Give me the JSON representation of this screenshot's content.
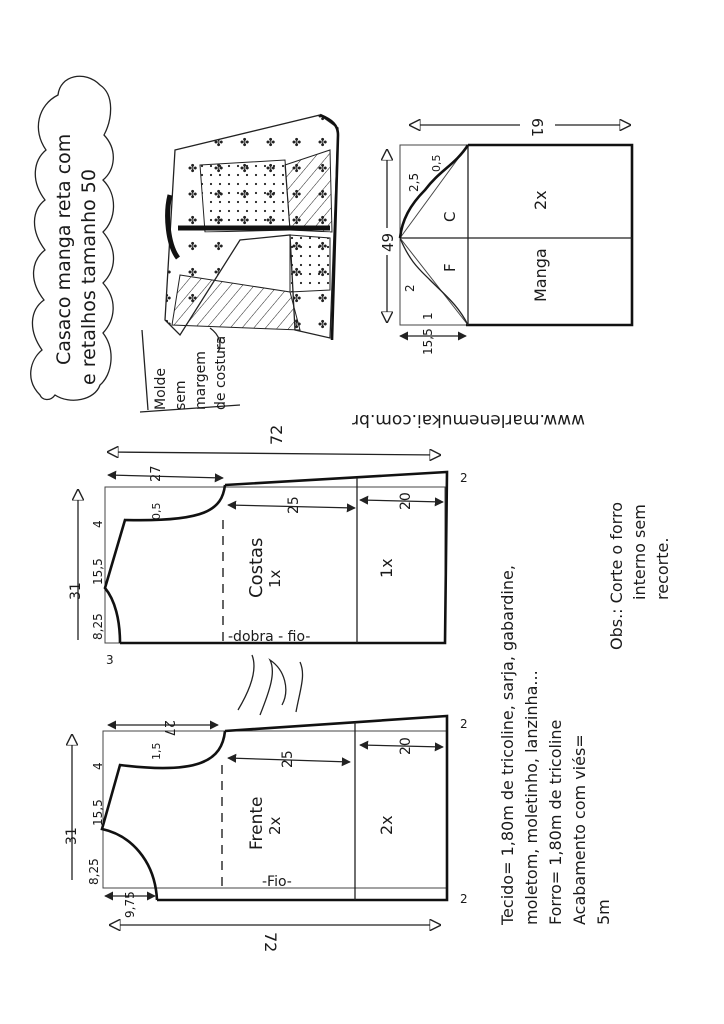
{
  "title": {
    "line1": "Casaco manga reta com",
    "line2": "e retalhos tamanho 50"
  },
  "note": {
    "line1": "Molde",
    "line2": "sem",
    "line3": "margem",
    "line4": "de costura"
  },
  "website": "www.marlenemukai.com.br",
  "sleeve": {
    "name": "Manga",
    "count": "2x",
    "back_label": "C",
    "front_label": "F",
    "length": "61",
    "width": "49",
    "cap_height": "15,5",
    "back_curve_1": "2,5",
    "back_curve_2": "0,5",
    "front_curve_1": "2",
    "front_curve_2": "1"
  },
  "back_piece": {
    "name": "Costas",
    "count": "1x",
    "fold_label": "-dobra - fio-",
    "hem_count": "1x",
    "total_length": "72",
    "armhole_depth": "27",
    "body_length": "25",
    "hem_length": "20",
    "width": "31",
    "shoulder_drop": "4",
    "shoulder": "15,5",
    "neck": "8,25",
    "neck_depth": "3",
    "armhole_curve": "0,5",
    "side_ease": "2"
  },
  "front_piece": {
    "name": "Frente",
    "count": "2x",
    "grain_label": "-Fio-",
    "hem_count": "2x",
    "total_length": "72",
    "armhole_depth": "27",
    "body_length": "25",
    "hem_length": "20",
    "width": "31",
    "shoulder_drop": "4",
    "shoulder": "15,5",
    "neck": "8,25",
    "neck_depth": "9,75",
    "armhole_curve": "1,5",
    "side_ease_top": "2",
    "side_ease_bottom": "2"
  },
  "materials": {
    "line1": "Tecido= 1,80m de tricoline, sarja, gabardine,",
    "line2": "moletom, moletinho, lanzinha...",
    "line3": "Forro= 1,80m de tricoline",
    "line4": "Acabamento com viés=",
    "line5": "5m"
  },
  "obs": {
    "line1": "Obs.: Corte o forro",
    "line2": "interno sem",
    "line3": "recorte."
  },
  "signature": "Marlene Mukai"
}
